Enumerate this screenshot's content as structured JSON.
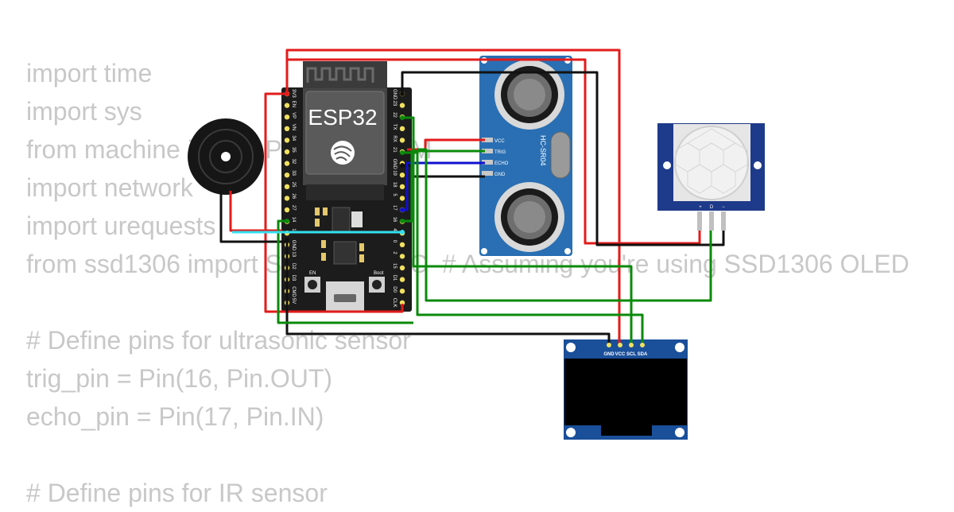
{
  "code_lines": [
    "import time",
    "import sys",
    "from machine import Pin, I2C, PWM",
    "import network",
    "import urequests",
    "from ssd1306 import SSD1306_I2C  # Assuming you're using SSD1306 OLED",
    "",
    "# Define pins for ultrasonic sensor",
    "trig_pin = Pin(16, Pin.OUT)",
    "echo_pin = Pin(17, Pin.IN)",
    "",
    "# Define pins for IR sensor"
  ],
  "esp32": {
    "title": "ESP32",
    "left_pins": [
      "3V3",
      "EN",
      "VP",
      "VN",
      "34",
      "35",
      "32",
      "33",
      "25",
      "26",
      "27",
      "14",
      "12",
      "GND",
      "13",
      "D2",
      "D3",
      "CMD",
      "5V"
    ],
    "right_pins": [
      "GND",
      "23",
      "22",
      "TX",
      "RX",
      "21",
      "GND",
      "19",
      "18",
      "5",
      "17",
      "16",
      "4",
      "0",
      "2",
      "15",
      "D1",
      "D0",
      "CLK"
    ],
    "en_label": "EN",
    "boot_label": "Boot"
  },
  "hcsr04": {
    "name": "HC-SR04",
    "pins": [
      "VCC",
      "TRIG",
      "ECHO",
      "GND"
    ]
  },
  "pir": {
    "pins": [
      "+",
      "D",
      "−"
    ]
  },
  "oled": {
    "pins": [
      "GND",
      "VCC",
      "SCL",
      "SDA"
    ]
  },
  "colors": {
    "red_wire": "#e31b1b",
    "black_wire": "#111111",
    "green_wire": "#0a8a0a",
    "blue_wire": "#1010d0",
    "cyan_wire": "#33e0f0",
    "board": "#1c1c1c",
    "hc_blue": "#2a6fb3",
    "pir_blue": "#1e3a8a",
    "oled_blue": "#1a4f9a",
    "code_gray": "#c8c8c8"
  }
}
